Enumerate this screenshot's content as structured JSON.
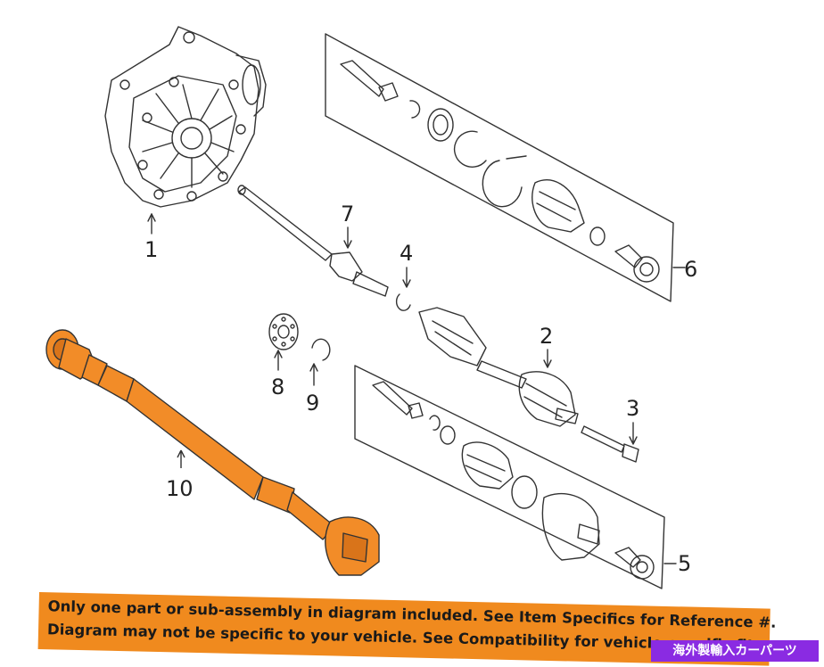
{
  "labels": {
    "p1": "1",
    "p2": "2",
    "p3": "3",
    "p4": "4",
    "p5": "5",
    "p6": "6",
    "p7": "7",
    "p8": "8",
    "p9": "9",
    "p10": "10"
  },
  "banner": {
    "line1": "Only one part or sub-assembly in diagram included. See Item Specifics for Reference #.",
    "line2": "Diagram may not be specific to your vehicle. See Compatibility for vehicle-specific fit."
  },
  "badge": {
    "text": "海外製輸入カーパーツ"
  },
  "colors": {
    "highlight_part": "#f28c28",
    "banner_bg": "#f08a1e",
    "badge_bg": "#8a2be2",
    "line": "#333333"
  }
}
